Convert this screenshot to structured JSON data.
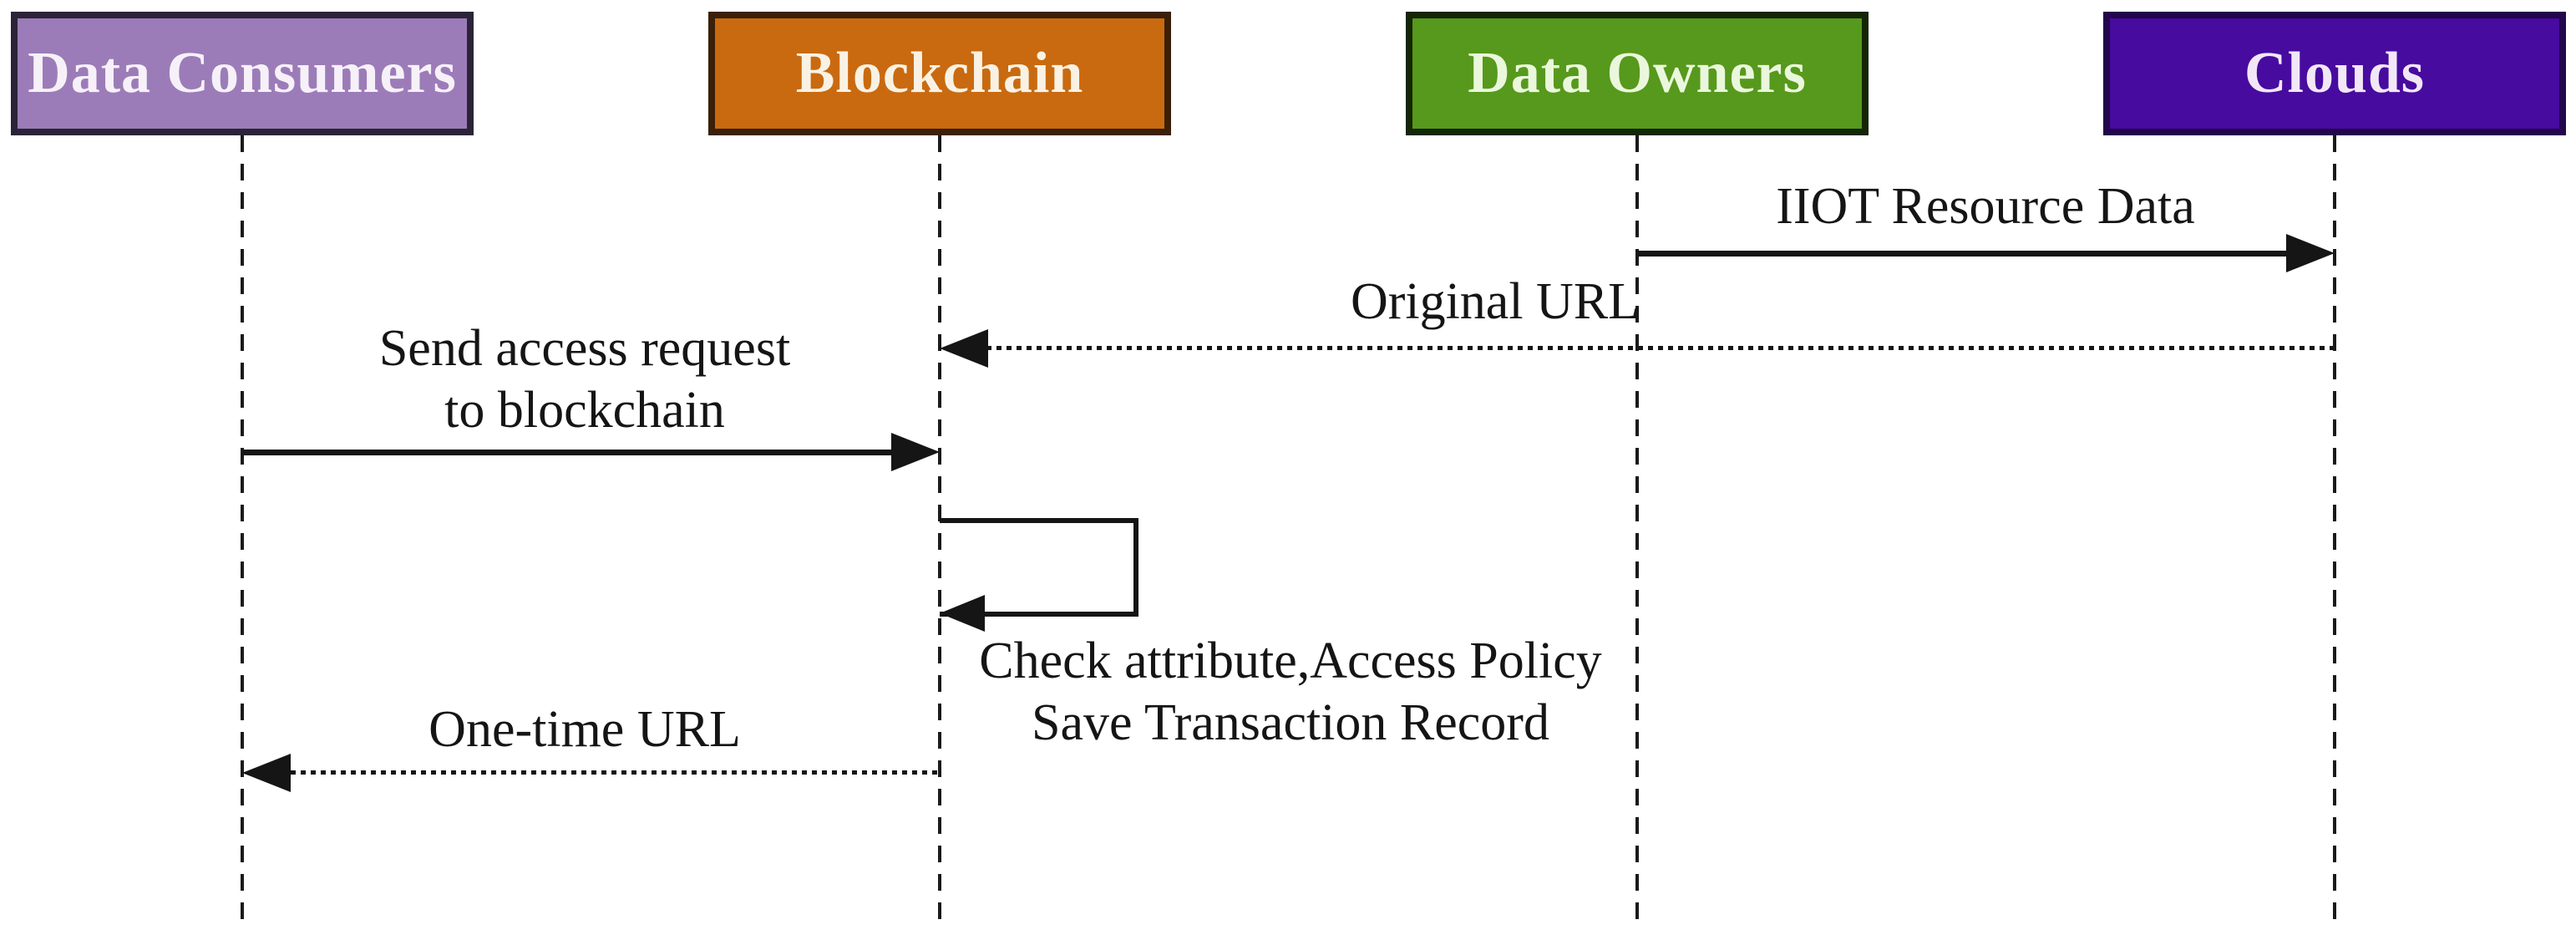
{
  "diagram": {
    "type": "sequence-diagram",
    "background": "#ffffff",
    "line_color": "#151515",
    "actors": [
      {
        "id": "data-consumers",
        "label": "Data Consumers",
        "fill": "#9c7cb8",
        "border": "#2b2438",
        "text_color": "#f6f1f8"
      },
      {
        "id": "blockchain",
        "label": "Blockchain",
        "fill": "#c96a10",
        "border": "#3a2008",
        "text_color": "#f9f2e4"
      },
      {
        "id": "data-owners",
        "label": "Data Owners",
        "fill": "#56991c",
        "border": "#152605",
        "text_color": "#ebf7dc"
      },
      {
        "id": "clouds",
        "label": "Clouds",
        "fill": "#470b9f",
        "border": "#23064b",
        "text_color": "#f2e7f7"
      }
    ],
    "messages": [
      {
        "label": "IIOT Resource Data",
        "from": "Data Owners",
        "to": "Clouds",
        "line_style": "solid"
      },
      {
        "label": "Original URL",
        "from": "Clouds",
        "to": "Blockchain",
        "line_style": "dotted"
      },
      {
        "label_line1": "Send access request",
        "label_line2": "to blockchain",
        "from": "Data Consumers",
        "to": "Blockchain",
        "line_style": "solid"
      },
      {
        "label_line1": "Check attribute,Access Policy",
        "label_line2": "Save Transaction Record",
        "from": "Blockchain",
        "to": "Blockchain",
        "line_style": "self-loop"
      },
      {
        "label": "One-time URL",
        "from": "Blockchain",
        "to": "Data Consumers",
        "line_style": "dotted"
      }
    ]
  }
}
